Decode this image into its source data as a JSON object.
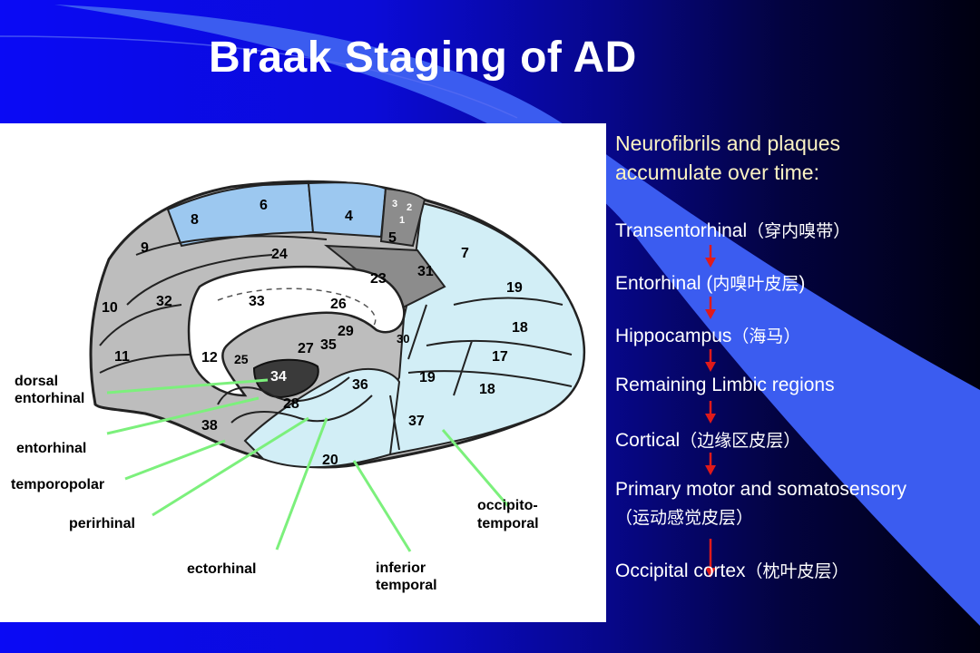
{
  "slide": {
    "title": "Braak Staging of AD",
    "colors": {
      "background_left": "#0a0af5",
      "background_right": "#000010",
      "swoosh": "#3b5cf0",
      "intro_text": "#fbf3c3",
      "stage_text": "#ffffff",
      "arrow": "#e01a1a",
      "region_blue": "#9cc8f0",
      "region_lightblue": "#d2eef6",
      "region_gray": "#bdbdbd",
      "region_darkgray": "#8c8c8c",
      "callout_line": "#7cf07c"
    }
  },
  "stages": {
    "intro_line1": "Neurofibrils and plaques",
    "intro_line2": "accumulate over time:",
    "items": [
      {
        "en": "Transentorhinal",
        "cn": "（穿内嗅带）"
      },
      {
        "en": "Entorhinal (",
        "cn": "内嗅叶皮层",
        "close": ")"
      },
      {
        "en": "Hippocampus",
        "cn": "（海马）"
      },
      {
        "en": "Remaining Limbic regions"
      },
      {
        "en": "Cortical",
        "cn": "（边缘区皮层）"
      },
      {
        "en": "Primary motor and somatosensory",
        "cn": "（运动感觉皮层）"
      },
      {
        "en": "Occipital cortex",
        "cn": "（枕叶皮层）"
      }
    ]
  },
  "diagram": {
    "brodmann_areas": [
      "8",
      "6",
      "4",
      "3",
      "2",
      "1",
      "5",
      "9",
      "24",
      "7",
      "31",
      "23",
      "19",
      "32",
      "33",
      "26",
      "10",
      "18",
      "29",
      "30",
      "27",
      "35",
      "17",
      "11",
      "12",
      "25",
      "34",
      "36",
      "19",
      "18",
      "28",
      "38",
      "37",
      "20"
    ],
    "callouts": {
      "dorsal_entorhinal_1": "dorsal",
      "dorsal_entorhinal_2": "entorhinal",
      "entorhinal": "entorhinal",
      "temporopolar": "temporopolar",
      "perirhinal": "perirhinal",
      "ectorhinal": "ectorhinal",
      "inferior_temporal_1": "inferior",
      "inferior_temporal_2": "temporal",
      "occipito_temporal_1": "occipito-",
      "occipito_temporal_2": "temporal"
    }
  }
}
